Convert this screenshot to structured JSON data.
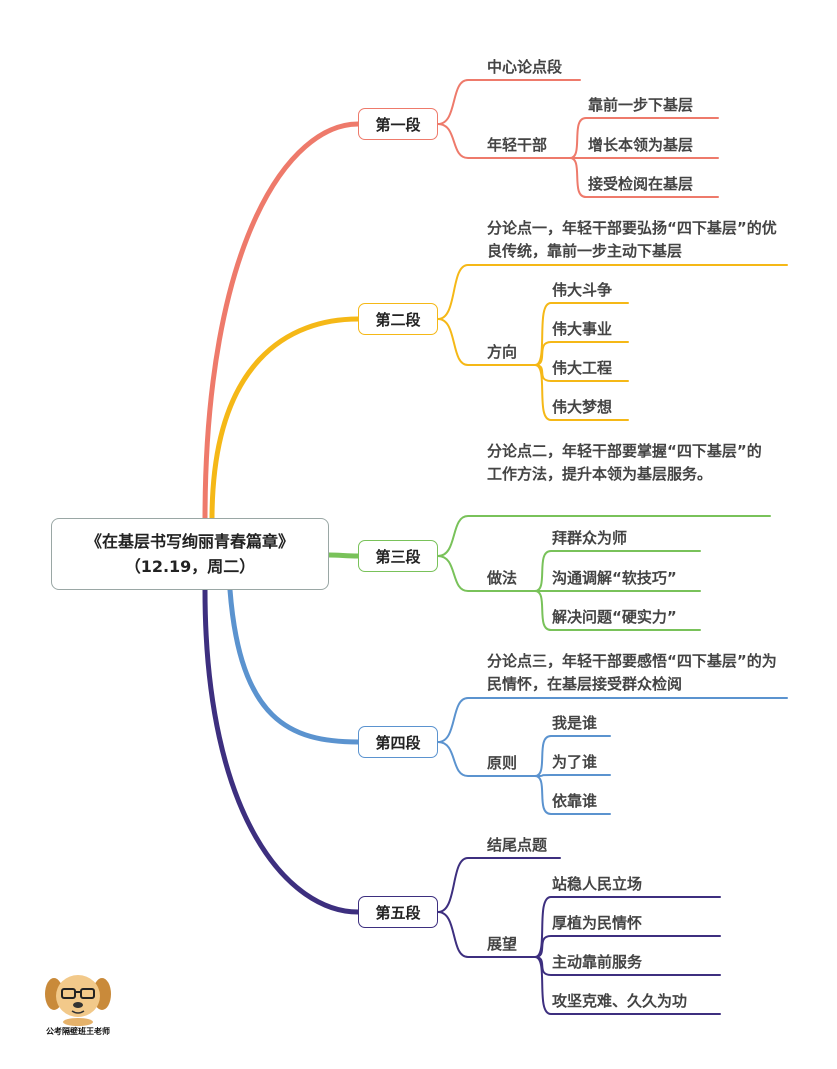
{
  "root": {
    "title": "《在基层书写绚丽青春篇章》",
    "subtitle": "（12.19，周二）"
  },
  "colors": {
    "s1": "#ee7a6b",
    "s2": "#f5b817",
    "s3": "#79c25a",
    "s4": "#5b93cf",
    "s5": "#3d2f7f"
  },
  "sections": [
    {
      "label": "第一段",
      "topic": "中心论点段",
      "group": "年轻干部",
      "items": [
        "靠前一步下基层",
        "增长本领为基层",
        "接受检阅在基层"
      ]
    },
    {
      "label": "第二段",
      "topic": "分论点一，年轻干部要弘扬“四下基层”的优良传统，靠前一步主动下基层",
      "group": "方向",
      "items": [
        "伟大斗争",
        "伟大事业",
        "伟大工程",
        "伟大梦想"
      ]
    },
    {
      "label": "第三段",
      "topic": "分论点二，年轻干部要掌握“四下基层”的工作方法，提升本领为基层服务。",
      "group": "做法",
      "items": [
        "拜群众为师",
        "沟通调解“软技巧”",
        "解决问题“硬实力”"
      ]
    },
    {
      "label": "第四段",
      "topic": "分论点三，年轻干部要感悟“四下基层”的为民情怀，在基层接受群众检阅",
      "group": "原则",
      "items": [
        "我是谁",
        "为了谁",
        "依靠谁"
      ]
    },
    {
      "label": "第五段",
      "topic": "结尾点题",
      "group": "展望",
      "items": [
        "站稳人民立场",
        "厚植为民情怀",
        "主动靠前服务",
        "攻坚克难、久久为功"
      ]
    }
  ],
  "logo": {
    "caption": "公考隔壁班王老师"
  }
}
